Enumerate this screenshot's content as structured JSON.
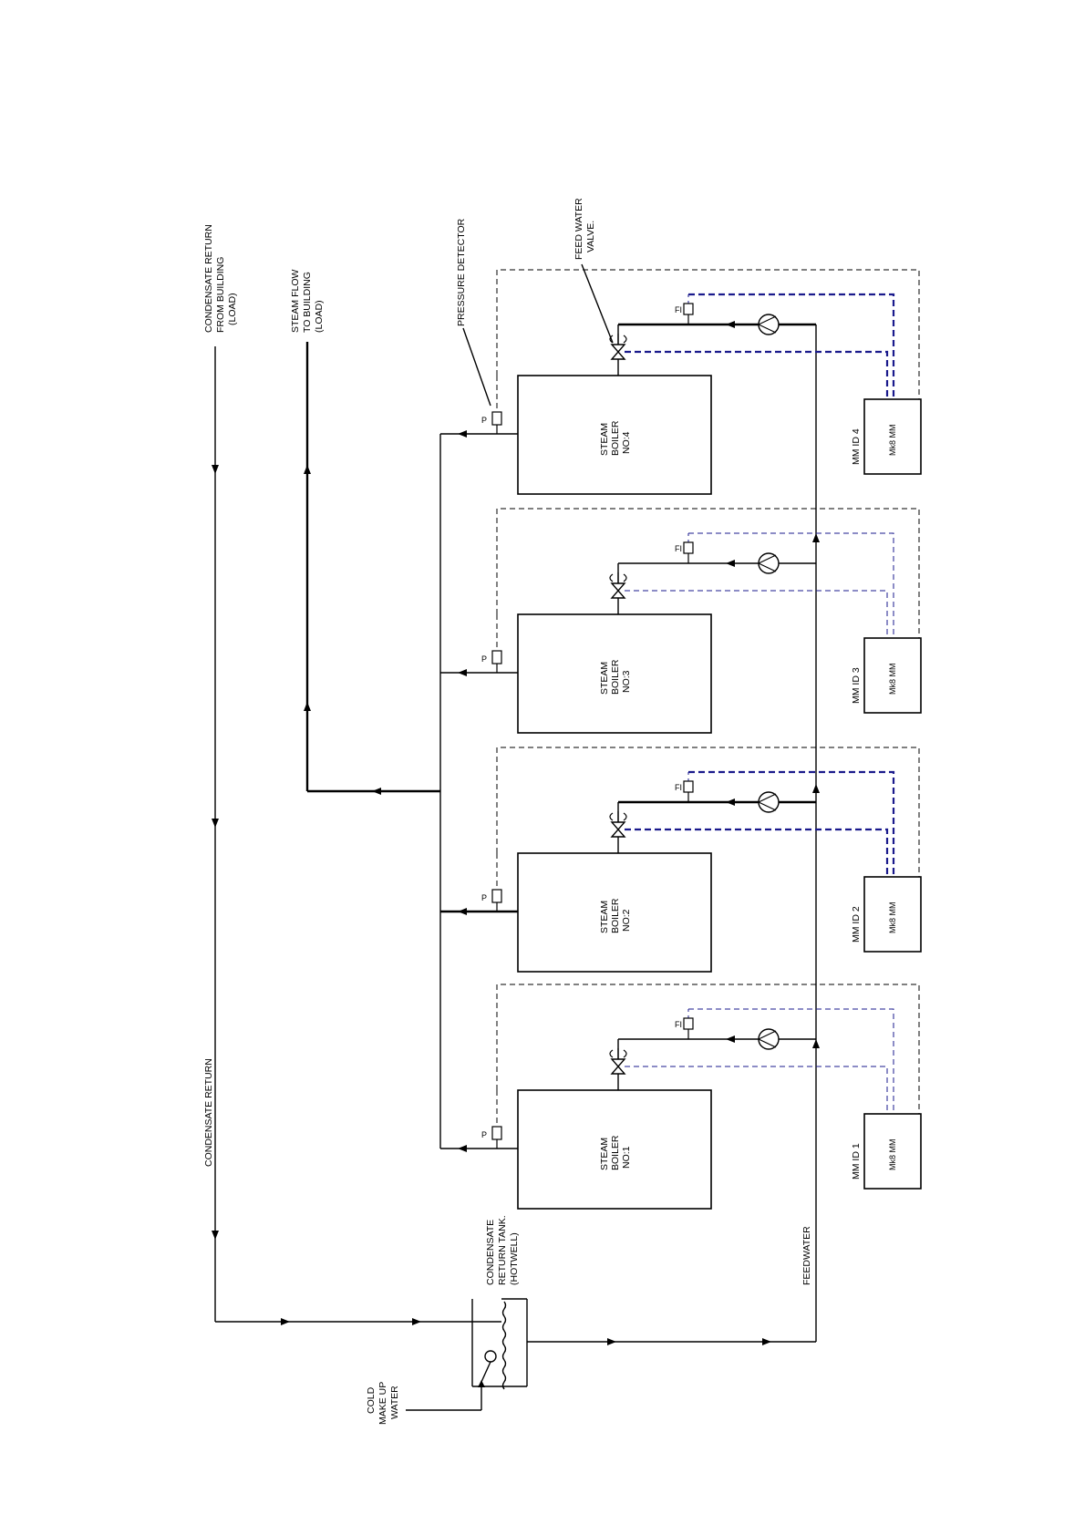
{
  "labels": {
    "condensate_return_from_building": [
      "CONDENSATE RETURN",
      "FROM BUILDING",
      "(LOAD)"
    ],
    "steam_flow_to_building": [
      "STEAM FLOW",
      "TO BUILDING",
      "(LOAD)"
    ],
    "pressure_detector": "PRESSURE DETECTOR",
    "feed_water_valve": [
      "FEED WATER",
      "VALVE."
    ],
    "condensate_return": "CONDENSATE RETURN",
    "condensate_return_tank": [
      "CONDENSATE",
      "RETURN TANK.",
      "(HOTWELL)"
    ],
    "cold_make_up_water": [
      "COLD",
      "MAKE UP",
      "WATER"
    ],
    "feedwater": "FEEDWATER"
  },
  "sensor_tags": {
    "pressure": "P",
    "flow": "FI"
  },
  "boilers": [
    {
      "lines": [
        "STEAM",
        "BOILER",
        "NO:4"
      ],
      "mm_id": "MM ID 4",
      "mm_model": "Mk8 MM"
    },
    {
      "lines": [
        "STEAM",
        "BOILER",
        "NO:3"
      ],
      "mm_id": "MM ID 3",
      "mm_model": "Mk8 MM"
    },
    {
      "lines": [
        "STEAM",
        "BOILER",
        "NO:2"
      ],
      "mm_id": "MM ID 2",
      "mm_model": "Mk8 MM"
    },
    {
      "lines": [
        "STEAM",
        "BOILER",
        "NO:1"
      ],
      "mm_id": "MM ID 1",
      "mm_model": "Mk8 MM"
    }
  ],
  "colors": {
    "line": "#000000",
    "control_link": "#1a1a8c",
    "flow_tag": "#cc2222"
  }
}
